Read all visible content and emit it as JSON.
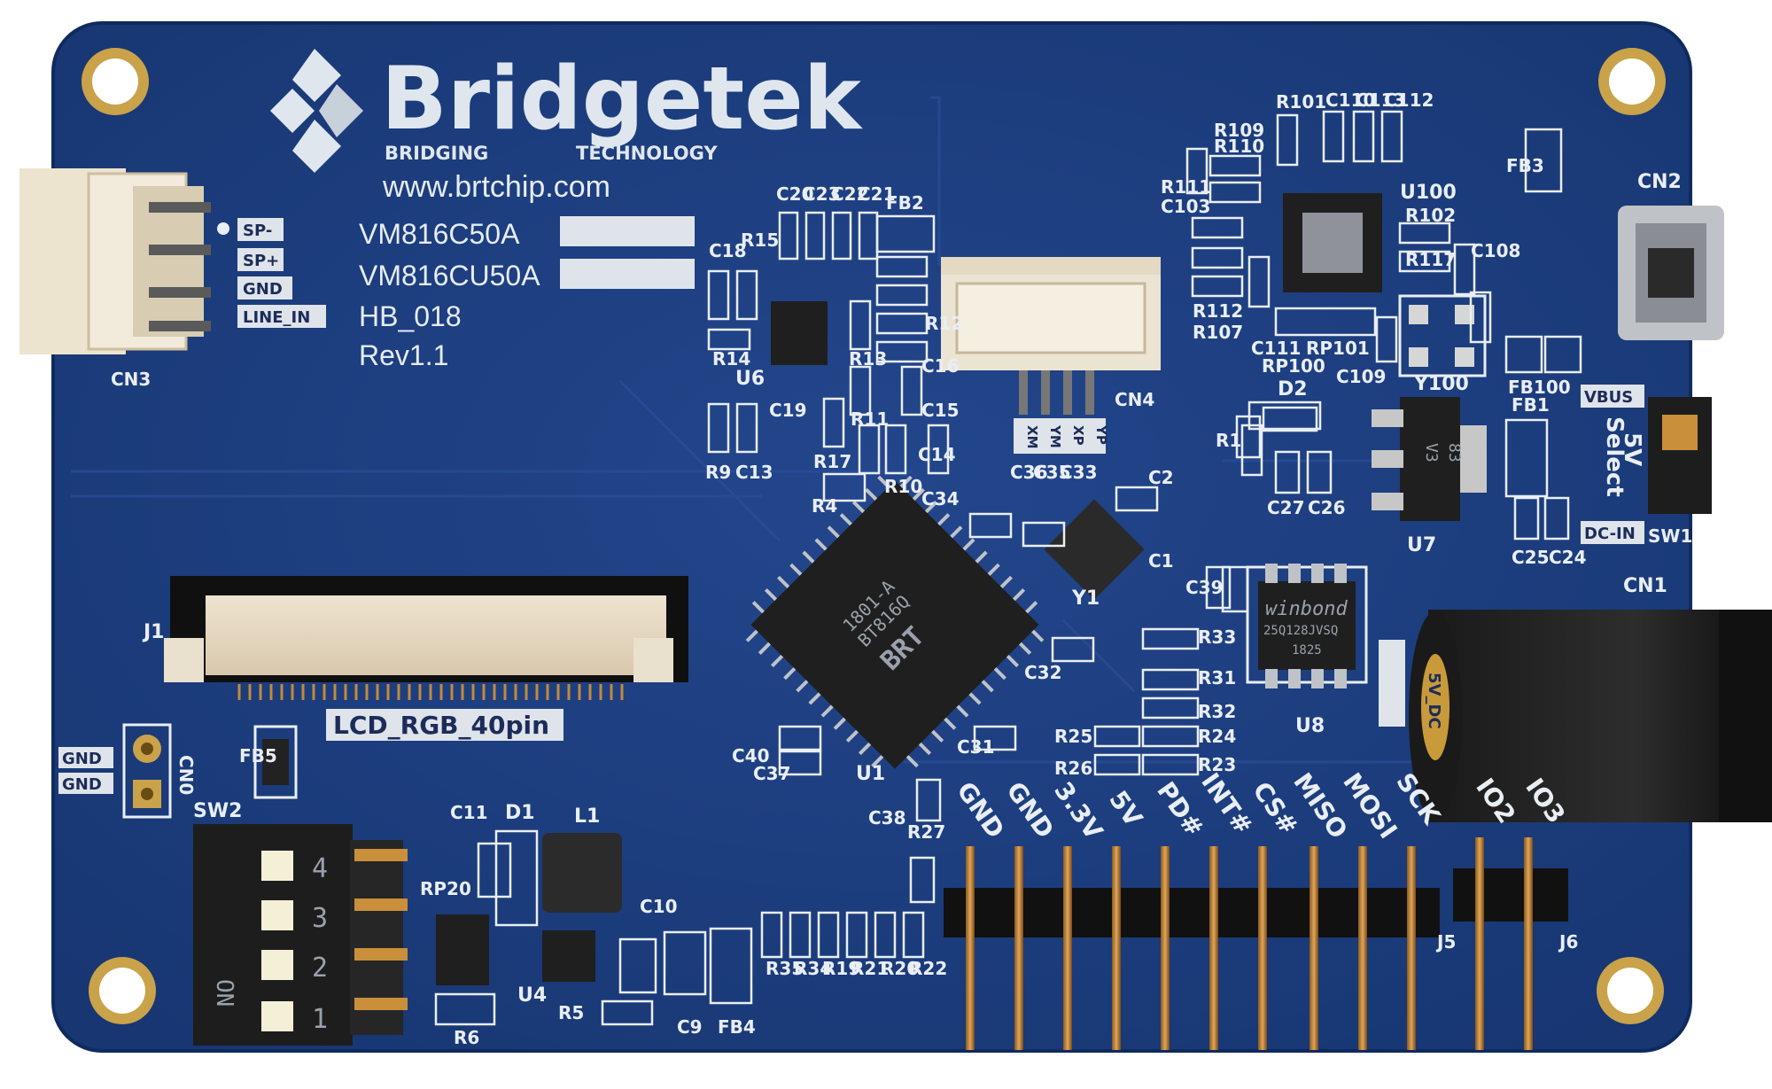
{
  "logo": {
    "name": "Bridgetek",
    "tagline_left": "BRIDGING",
    "tagline_right": "TECHNOLOGY",
    "url": "www.brtchip.com"
  },
  "board_info": {
    "model_1": "VM816C50A",
    "model_2": "VM816CU50A",
    "board_id": "HB_018",
    "revision": "Rev1.1"
  },
  "speaker_labels": [
    "SP-",
    "SP+",
    "GND",
    "LINE_IN"
  ],
  "connectors": {
    "cn1": "CN1",
    "cn2": "CN2",
    "cn3": "CN3",
    "cn4": "CN4",
    "cn0": "CN0",
    "j1": "J1",
    "j5": "J5",
    "j6": "J6",
    "sw1": "SW1",
    "sw2": "SW2",
    "lcd_label": "LCD_RGB_40pin",
    "vbus": "VBUS",
    "dcin": "DC-IN",
    "select_5v": "5V",
    "select_word": "Select",
    "dc_5v": "5V_DC",
    "gnd_top": "GND",
    "gnd_bottom": "GND"
  },
  "cn4_pins": [
    "XM",
    "YM",
    "XP",
    "YP"
  ],
  "j5_pins": [
    "GND",
    "GND",
    "3.3V",
    "5V",
    "PD#",
    "INT#",
    "CS#",
    "MISO",
    "MOSI",
    "SCK"
  ],
  "j6_pins": [
    "IO2",
    "IO3"
  ],
  "dip_numbers": [
    "4",
    "3",
    "2",
    "1"
  ],
  "dip_on": "ON",
  "chips": {
    "u1_brand": "BRT",
    "u1_line1": "BT816Q",
    "u1_line2": "1801-A",
    "u8_brand": "winbond",
    "u8_line1": "25Q128JVSQ",
    "u8_line2": "1825",
    "u7_line1": "V3",
    "u7_line2": "83"
  },
  "designators": [
    "U1",
    "U4",
    "U6",
    "U7",
    "U8",
    "U100",
    "Y1",
    "Y100",
    "D1",
    "D2",
    "L1",
    "R1",
    "R4",
    "R5",
    "R6",
    "R9",
    "R10",
    "R11",
    "R12",
    "R13",
    "R14",
    "R15",
    "R17",
    "R19",
    "R20",
    "R21",
    "R22",
    "R23",
    "R24",
    "R25",
    "R26",
    "R27",
    "R31",
    "R32",
    "R33",
    "R34",
    "R35",
    "R101",
    "R102",
    "R107",
    "R109",
    "R110",
    "R111",
    "R112",
    "R117",
    "C1",
    "C2",
    "C9",
    "C10",
    "C11",
    "C13",
    "C14",
    "C15",
    "C16",
    "C18",
    "C19",
    "C20",
    "C21",
    "C22",
    "C23",
    "C24",
    "C25",
    "C26",
    "C27",
    "C31",
    "C32",
    "C33",
    "C34",
    "C35",
    "C36",
    "C37",
    "C38",
    "C39",
    "C40",
    "C103",
    "C108",
    "C109",
    "C110",
    "C111",
    "C112",
    "C113",
    "FB1",
    "FB2",
    "FB3",
    "FB4",
    "FB5",
    "FB100",
    "RP20",
    "RP100",
    "RP101"
  ],
  "colors": {
    "pcb": "#1c3d80",
    "pcb_edge": "#163470",
    "silkscreen": "#e9eef4",
    "pad_gold": "#c89a3a",
    "connector_white": "#ece4d2"
  }
}
